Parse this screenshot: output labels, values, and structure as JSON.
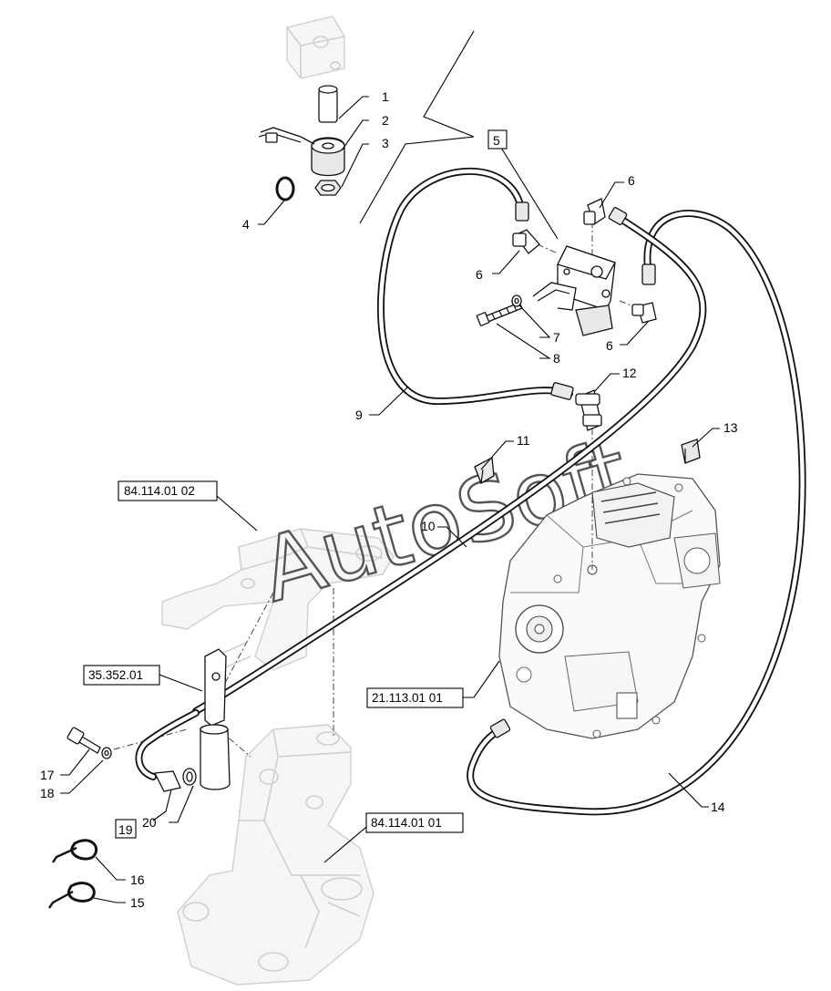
{
  "diagram": {
    "callouts": [
      "1",
      "2",
      "3",
      "4",
      "5",
      "6",
      "6",
      "6",
      "7",
      "8",
      "9",
      "10",
      "11",
      "12",
      "13",
      "14",
      "15",
      "16",
      "17",
      "18",
      "19",
      "20"
    ],
    "references": [
      "84.114.01 02",
      "35.352.01",
      "21.113.01 01",
      "84.114.01 01"
    ],
    "watermark": "AutoSoft"
  }
}
